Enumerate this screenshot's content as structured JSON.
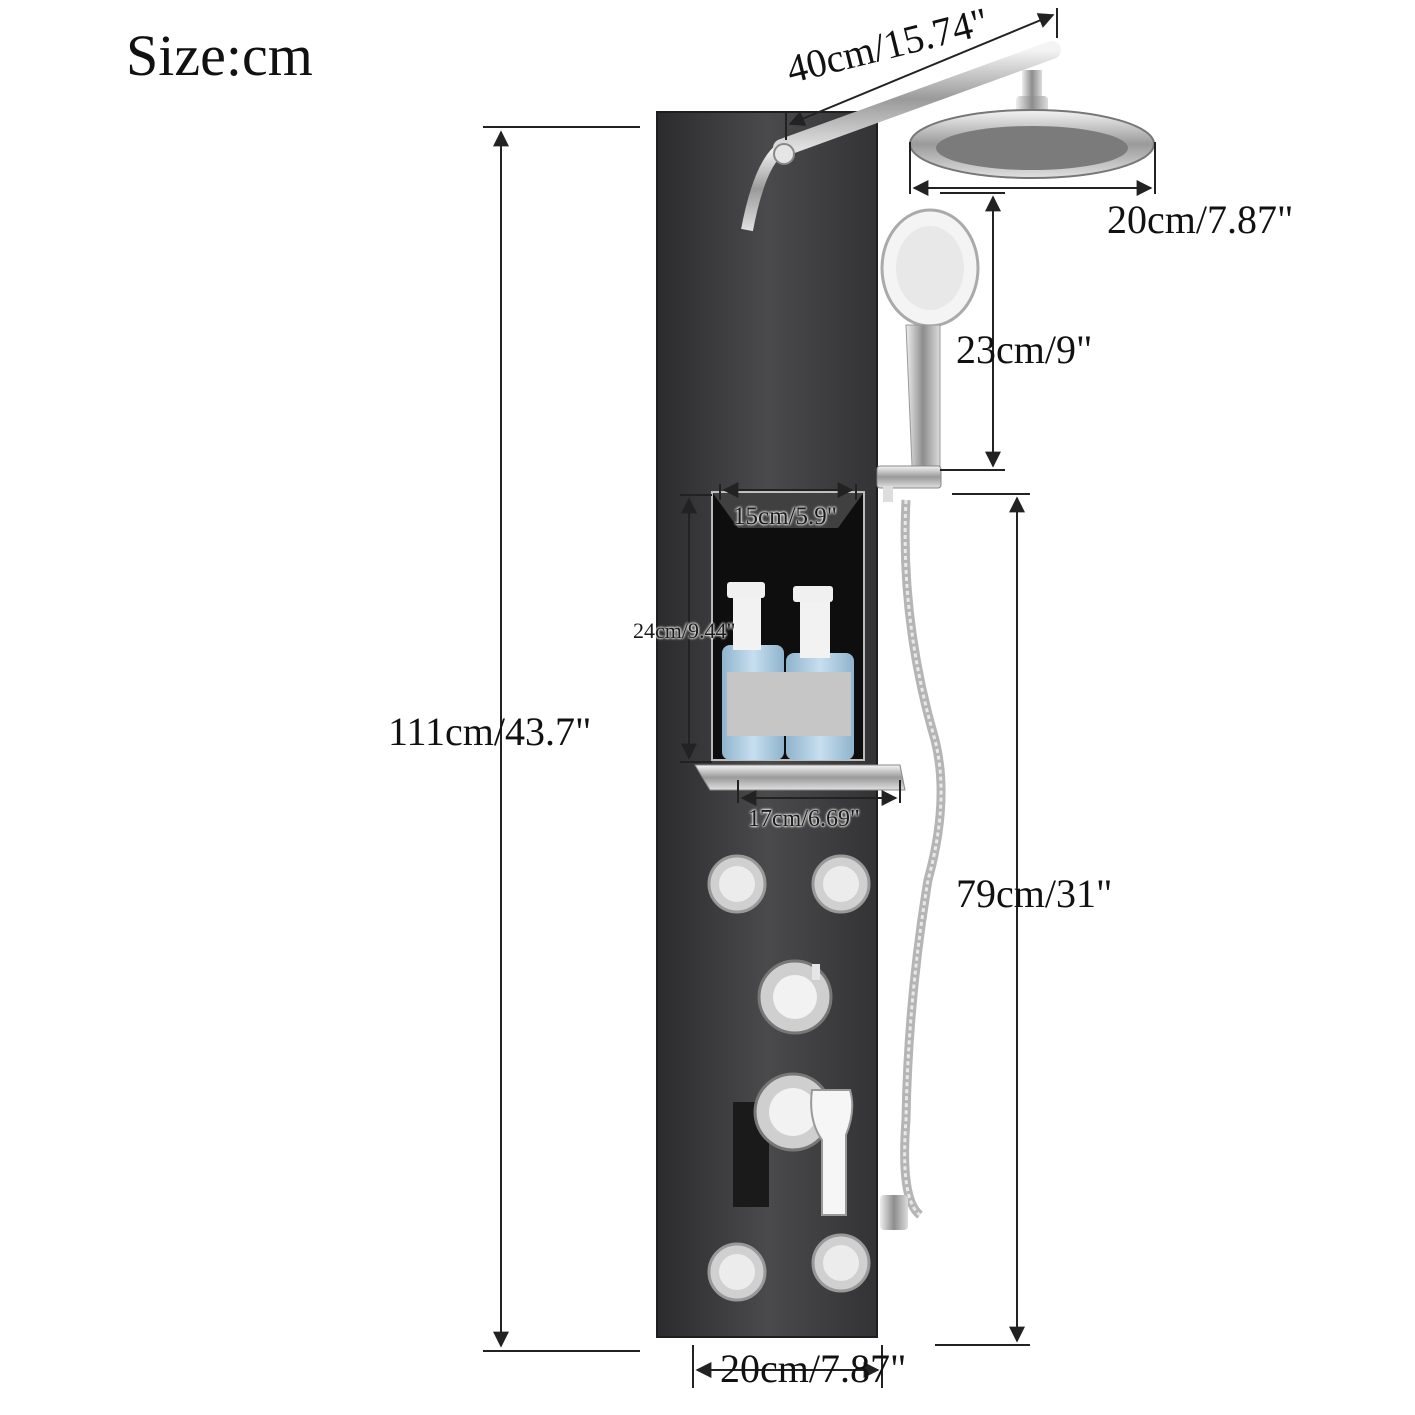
{
  "title": "Size:cm",
  "dimensions": {
    "panel_height": "111cm/43.7\"",
    "arm_length": "40cm/15.74\"",
    "overhead_diameter": "20cm/7.87\"",
    "handheld_length": "23cm/9\"",
    "shelf_width": "15cm/5.9\"",
    "shelf_height": "24cm/9.44\"",
    "tray_width": "17cm/6.69\"",
    "lower_height": "79cm/31\"",
    "panel_width": "20cm/7.87\""
  },
  "colors": {
    "panel": "#3a3a3c",
    "chrome": "#c8c8c8",
    "bottle": "#a9c8dc",
    "dimension_line": "#222222"
  },
  "icons": [
    "shower-panel",
    "rain-shower-head",
    "handheld-shower",
    "body-jet",
    "temperature-knob",
    "mixer-handle",
    "shampoo-bottle"
  ]
}
